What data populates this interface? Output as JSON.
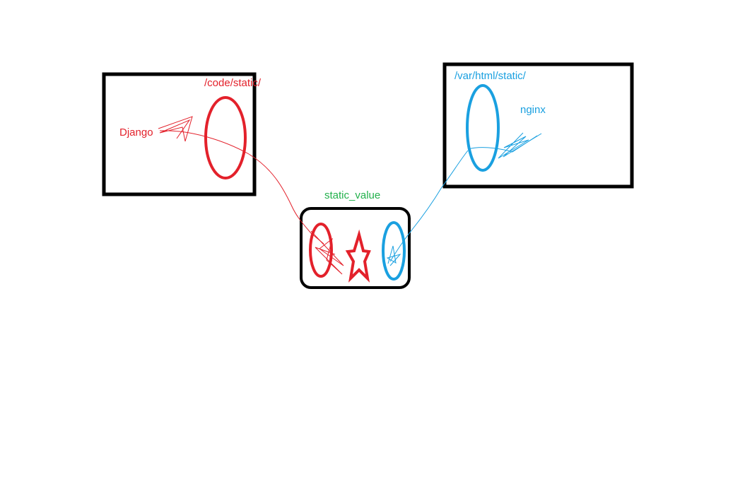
{
  "labels": {
    "django_path": "/code/static/",
    "django": "Django",
    "nginx_path": "/var/html/static/",
    "nginx": "nginx",
    "volume": "static_value"
  },
  "colors": {
    "background": "#ffffff",
    "box_stroke": "#000000",
    "django": "#e3212b",
    "nginx": "#1aa0e0",
    "volume_label": "#22b14c"
  }
}
